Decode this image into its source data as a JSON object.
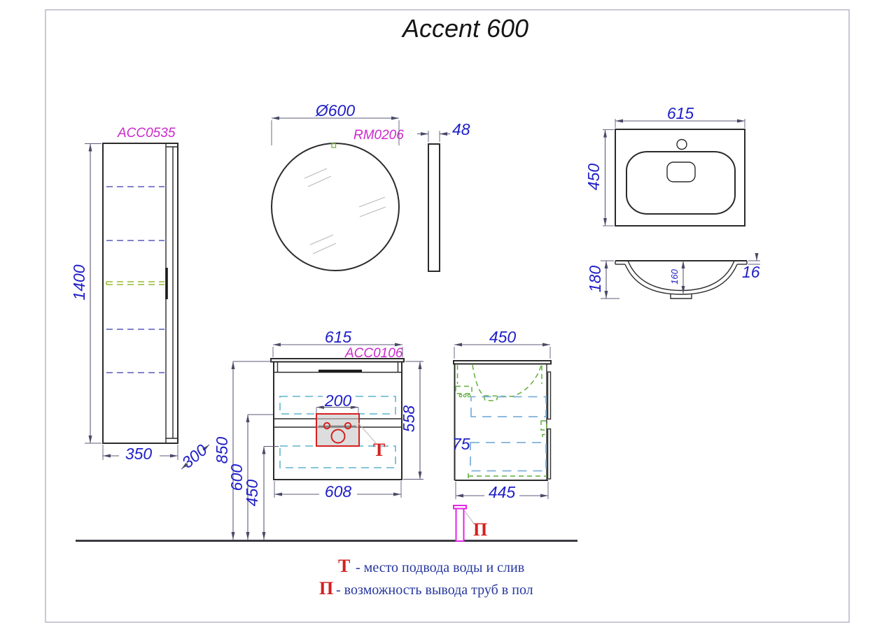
{
  "title": "Accent 600",
  "views": {
    "tall_cabinet": {
      "model": "ACC0535",
      "dim_height": "1400",
      "dim_width": "350",
      "dim_depth": "300"
    },
    "mirror": {
      "model": "RM0206",
      "dim_diameter": "Ø600",
      "dim_thickness": "48"
    },
    "sink_top": {
      "dim_width": "615",
      "dim_depth": "450"
    },
    "sink_section": {
      "dim_height": "180",
      "dim_bowl_depth": "160",
      "dim_rim": "16"
    },
    "vanity_front": {
      "model": "ACC0106",
      "dim_width": "615",
      "dim_height": "558",
      "dim_body_width": "608",
      "dim_cutout": "200",
      "marker": "Т"
    },
    "vanity_side": {
      "dim_depth": "450",
      "dim_body_depth": "445",
      "dim_offset": "75"
    },
    "install_heights": {
      "dim_total": "850",
      "dim_mid": "600",
      "dim_drawer": "450"
    },
    "pipe_marker": "П"
  },
  "legend": {
    "t_symbol": "Т",
    "t_text": "- место подвода воды и слив",
    "p_symbol": "П",
    "p_text": "- возможность вывода труб в пол"
  }
}
